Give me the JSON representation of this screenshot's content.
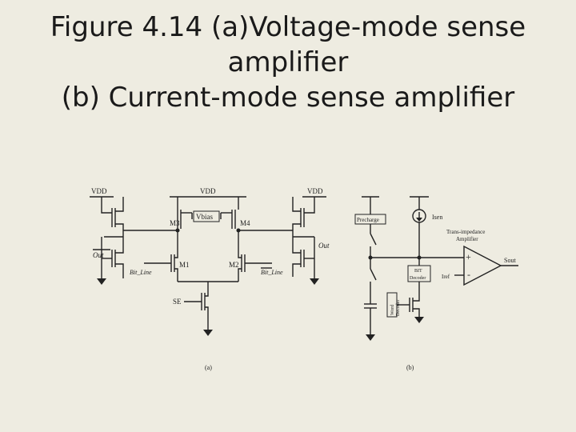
{
  "title": {
    "line1": "Figure 4.14 (a)Voltage-mode sense",
    "line2": "amplifier",
    "line3": "(b) Current-mode sense amplifier"
  },
  "circuit_a": {
    "vdd_left": "VDD",
    "vdd_mid": "VDD",
    "vdd_right": "VDD",
    "vbias": "Vbias",
    "m1": "M1",
    "m2": "M2",
    "m3": "M3",
    "m4": "M4",
    "out_bar": "Out",
    "out": "Out",
    "bit_line_left": "Bit_Line",
    "bit_line_right": "Bit_Line",
    "se": "SE",
    "caption": "(a)"
  },
  "circuit_b": {
    "precharge": "Precharge",
    "iscan": "Isen",
    "tia_line1": "Trans-impedance",
    "tia_line2": "Amplifier",
    "sout": "Sout",
    "iref": "Iref",
    "bit_decoder_line1": "BIT",
    "bit_decoder_line2": "Decoder",
    "word_decoder_line1": "Word",
    "word_decoder_line2": "Decoder",
    "plus": "+",
    "minus": "-",
    "caption": "(b)"
  }
}
